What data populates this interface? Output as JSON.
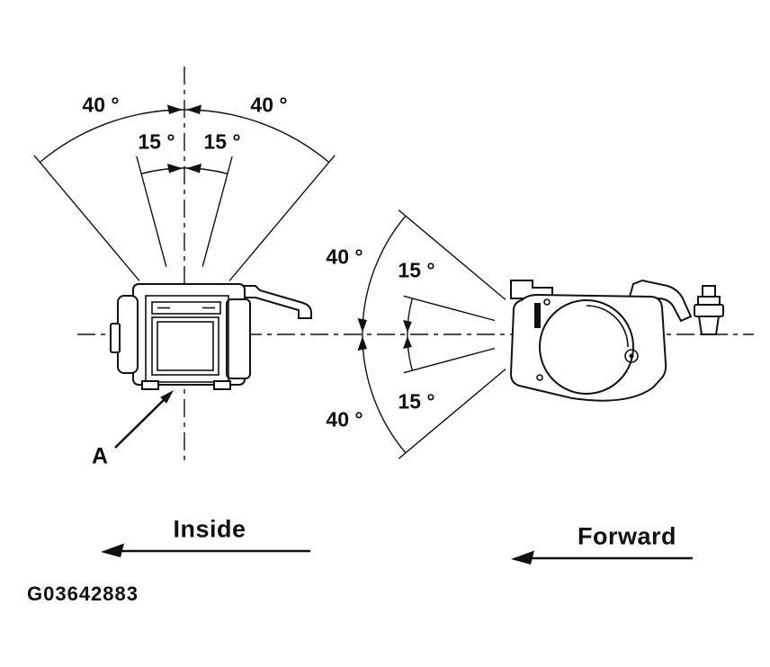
{
  "colors": {
    "ink": "#111111",
    "background": "#ffffff"
  },
  "figure_id": "G03642883",
  "callouts": {
    "a": "A"
  },
  "directions": {
    "inside": "Inside",
    "forward": "Forward"
  },
  "front_view_angles": {
    "outer_left": "40 °",
    "outer_right": "40 °",
    "inner_left": "15 °",
    "inner_right": "15 °"
  },
  "side_view_angles": {
    "outer_upper": "40 °",
    "inner_upper": "15 °",
    "inner_lower": "15 °",
    "outer_lower": "40 °"
  }
}
